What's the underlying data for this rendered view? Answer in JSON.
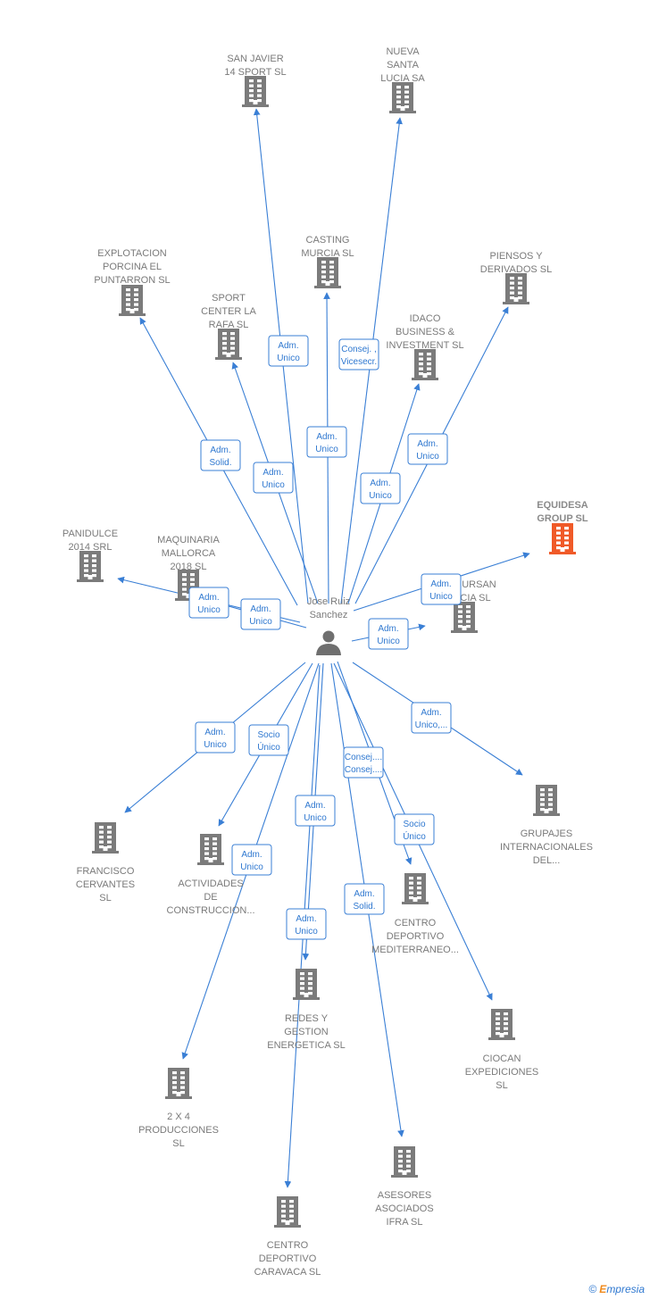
{
  "center": {
    "name_lines": [
      "Jose Ruiz",
      "Sanchez"
    ],
    "icon": "person-icon"
  },
  "colors": {
    "edge": "#3a7fd5",
    "building": "#7b7b7b",
    "highlight": "#f05a28"
  },
  "companies": [
    {
      "id": "san-javier",
      "lines": [
        "SAN JAVIER",
        "14 SPORT  SL"
      ]
    },
    {
      "id": "nueva-santa-lucia",
      "lines": [
        "NUEVA",
        "SANTA",
        "LUCIA SA"
      ]
    },
    {
      "id": "casting-murcia",
      "lines": [
        "CASTING",
        "MURCIA SL"
      ]
    },
    {
      "id": "explotacion-porcina",
      "lines": [
        "EXPLOTACION",
        "PORCINA EL",
        "PUNTARRON SL"
      ]
    },
    {
      "id": "sport-center",
      "lines": [
        "SPORT",
        "CENTER LA",
        "RAFA  SL"
      ]
    },
    {
      "id": "idaco",
      "lines": [
        "IDACO",
        "BUSINESS &",
        "INVESTMENT SL"
      ]
    },
    {
      "id": "piensos",
      "lines": [
        "PIENSOS Y",
        "DERIVADOS SL"
      ]
    },
    {
      "id": "equidesa",
      "lines": [
        "EQUIDESA",
        "GROUP  SL"
      ],
      "highlight": true
    },
    {
      "id": "panidulce",
      "lines": [
        "PANIDULCE",
        "2014 SRL"
      ]
    },
    {
      "id": "maquinaria",
      "lines": [
        "MAQUINARIA",
        "MALLORCA",
        "2018  SL"
      ]
    },
    {
      "id": "promursan",
      "lines": [
        "PROMURSAN",
        "MURCIA  SL"
      ]
    },
    {
      "id": "grupajes",
      "lines": [
        "GRUPAJES",
        "INTERNACIONALES",
        "DEL..."
      ]
    },
    {
      "id": "francisco",
      "lines": [
        "FRANCISCO",
        "CERVANTES",
        "SL"
      ]
    },
    {
      "id": "actividades",
      "lines": [
        "ACTIVIDADES",
        "DE",
        "CONSTRUCCION..."
      ]
    },
    {
      "id": "centro-mediterraneo",
      "lines": [
        "CENTRO",
        "DEPORTIVO",
        "MEDITERRANEO..."
      ]
    },
    {
      "id": "redes",
      "lines": [
        "REDES Y",
        "GESTION",
        "ENERGETICA SL"
      ]
    },
    {
      "id": "ciocan",
      "lines": [
        "CIOCAN",
        "EXPEDICIONES",
        "SL"
      ]
    },
    {
      "id": "dos-x-cuatro",
      "lines": [
        "2 X 4",
        "PRODUCCIONES",
        "SL"
      ]
    },
    {
      "id": "asesores",
      "lines": [
        "ASESORES",
        "ASOCIADOS",
        "IFRA SL"
      ]
    },
    {
      "id": "centro-caravaca",
      "lines": [
        "CENTRO",
        "DEPORTIVO",
        "CARAVACA SL"
      ]
    }
  ],
  "relations": [
    {
      "to": "san-javier",
      "label": [
        "Adm.",
        "Unico"
      ]
    },
    {
      "to": "nueva-santa-lucia",
      "label": [
        "Consej. ,",
        "Vicesecr."
      ]
    },
    {
      "to": "casting-murcia",
      "label": [
        "Adm.",
        "Unico"
      ]
    },
    {
      "to": "explotacion-porcina",
      "label": [
        "Adm.",
        "Solid."
      ]
    },
    {
      "to": "sport-center",
      "label": [
        "Adm.",
        "Unico"
      ]
    },
    {
      "to": "idaco",
      "label": [
        "Adm.",
        "Unico"
      ]
    },
    {
      "to": "piensos",
      "label": [
        "Adm.",
        "Unico"
      ]
    },
    {
      "to": "equidesa",
      "label": [
        "Adm.",
        "Unico"
      ]
    },
    {
      "to": "panidulce",
      "label": [
        "Adm.",
        "Unico"
      ]
    },
    {
      "to": "maquinaria",
      "label": [
        "Adm.",
        "Unico"
      ]
    },
    {
      "to": "promursan",
      "label": [
        "Adm.",
        "Unico"
      ]
    },
    {
      "to": "grupajes",
      "label": [
        "Adm.",
        "Unico,..."
      ]
    },
    {
      "to": "francisco",
      "label": [
        "Adm.",
        "Unico"
      ]
    },
    {
      "to": "actividades",
      "label": [
        "Socio",
        "Único"
      ]
    },
    {
      "to": "centro-mediterraneo",
      "label": [
        "Consej....",
        "Consej...."
      ]
    },
    {
      "to": "redes",
      "label": [
        "Adm.",
        "Unico"
      ]
    },
    {
      "to": "ciocan",
      "label": [
        "Socio",
        "Único"
      ]
    },
    {
      "to": "dos-x-cuatro",
      "label": [
        "Adm.",
        "Unico"
      ]
    },
    {
      "to": "asesores",
      "label": [
        "Adm.",
        "Solid."
      ]
    },
    {
      "to": "centro-caravaca",
      "label": [
        "Adm.",
        "Unico"
      ]
    }
  ],
  "footer": {
    "copyright": "©",
    "brand_first": "E",
    "brand_rest": "mpresia"
  }
}
